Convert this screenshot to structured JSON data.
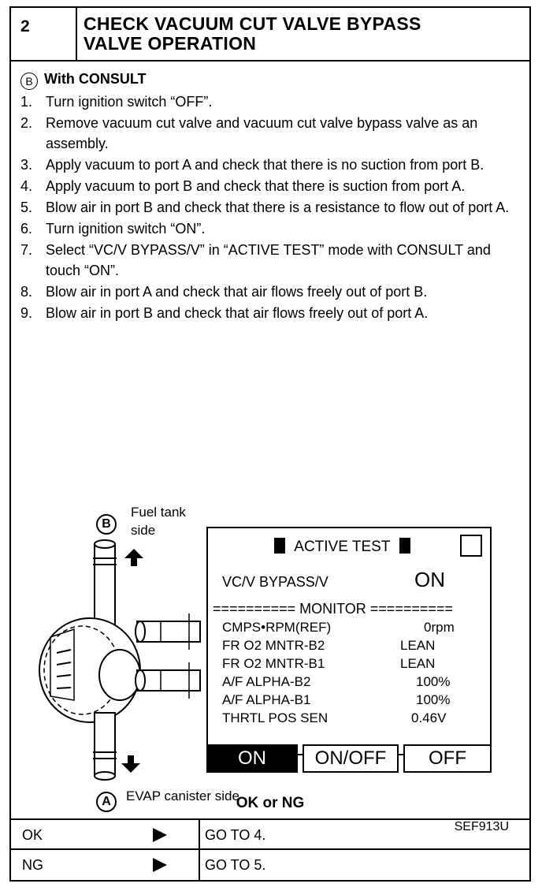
{
  "step": {
    "number": "2",
    "title": "CHECK VACUUM CUT VALVE BYPASS\nVALVE OPERATION"
  },
  "consult": {
    "badge": "B",
    "label": "With CONSULT"
  },
  "steps": [
    {
      "n": "1.",
      "text": "Turn ignition switch “OFF”."
    },
    {
      "n": "2.",
      "text": "Remove vacuum cut valve and vacuum cut valve bypass valve as an assembly."
    },
    {
      "n": "3.",
      "text": "Apply vacuum to port A and check that there is no suction from port B."
    },
    {
      "n": "4.",
      "text": "Apply vacuum to port B and check that there is suction from port A."
    },
    {
      "n": "5.",
      "text": "Blow air in port B and check that there is a resistance to flow out of port A."
    },
    {
      "n": "6.",
      "text": "Turn ignition switch “ON”."
    },
    {
      "n": "7.",
      "text": "Select “VC/V BYPASS/V” in “ACTIVE TEST” mode with CONSULT and touch “ON”."
    },
    {
      "n": "8.",
      "text": "Blow air in port A and check that air flows freely out of port B."
    },
    {
      "n": "9.",
      "text": "Blow air in port B and check that air flows freely out of port A."
    }
  ],
  "figure": {
    "port_b": {
      "letter": "B",
      "label": "Fuel tank side"
    },
    "port_a": {
      "letter": "A",
      "label": "EVAP canister side"
    },
    "figure_id": "SEF913U",
    "screen": {
      "header": "ACTIVE TEST",
      "test_name": "VC/V BYPASS/V",
      "test_value": "ON",
      "monitor_label": "========== MONITOR ==========",
      "rows": [
        {
          "k": "CMPS•RPM(REF)",
          "v": "0rpm"
        },
        {
          "k": "FR O2 MNTR-B2",
          "v": "LEAN"
        },
        {
          "k": "FR O2 MNTR-B1",
          "v": "LEAN"
        },
        {
          "k": "A/F ALPHA-B2",
          "v": "100%"
        },
        {
          "k": "A/F ALPHA-B1",
          "v": "100%"
        },
        {
          "k": "THRTL POS SEN",
          "v": "0.46V"
        }
      ],
      "buttons": {
        "on": "ON",
        "onoff": "ON/OFF",
        "off": "OFF"
      }
    }
  },
  "result_prompt": "OK or NG",
  "results": [
    {
      "result": "OK",
      "action": "GO TO 4."
    },
    {
      "result": "NG",
      "action": "GO TO 5."
    }
  ]
}
